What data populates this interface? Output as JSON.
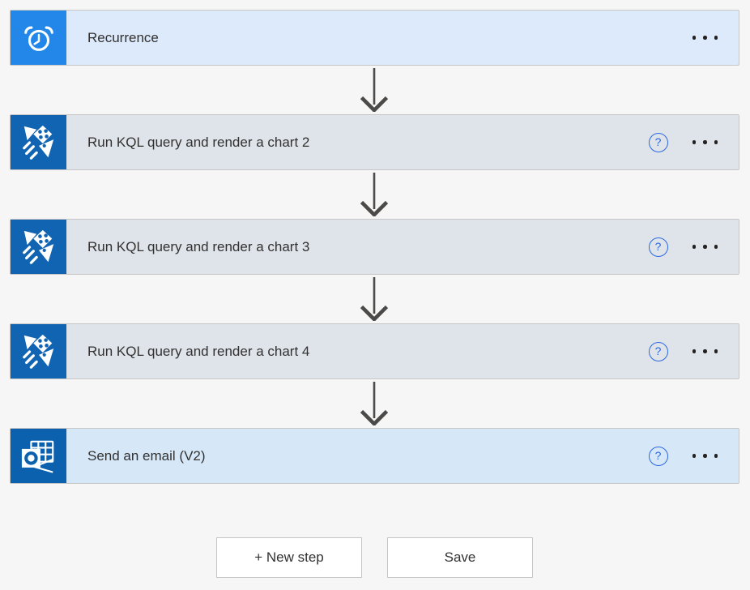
{
  "steps": [
    {
      "title": "Recurrence",
      "connector": "recurrence-trigger",
      "icon": "alarm-clock-icon",
      "icon_bg": "#2287e8",
      "card_bg": "#dceafc",
      "has_help": false
    },
    {
      "title": "Run KQL query and render a chart 2",
      "connector": "azure-data-explorer",
      "icon": "kusto-kite-icon",
      "icon_bg": "#1064b2",
      "card_bg": "#dfe3ea",
      "has_help": true
    },
    {
      "title": "Run KQL query and render a chart 3",
      "connector": "azure-data-explorer",
      "icon": "kusto-kite-icon",
      "icon_bg": "#1064b2",
      "card_bg": "#dfe3ea",
      "has_help": true
    },
    {
      "title": "Run KQL query and render a chart 4",
      "connector": "azure-data-explorer",
      "icon": "kusto-kite-icon",
      "icon_bg": "#1064b2",
      "card_bg": "#dfe3ea",
      "has_help": true
    },
    {
      "title": "Send an email (V2)",
      "connector": "office-365-outlook",
      "icon": "outlook-envelope-icon",
      "icon_bg": "#0b61ae",
      "card_bg": "#d6e7f8",
      "has_help": true
    }
  ],
  "help": {
    "glyph": "?",
    "color": "#2c69e0"
  },
  "more_menu": {
    "icon": "ellipsis-horizontal"
  },
  "footer": {
    "new_step": "+ New step",
    "save": "Save"
  },
  "colors": {
    "page_bg": "#f6f6f6",
    "card_border": "#c8c6c4",
    "title_text": "#323130",
    "arrow": "#4b4a49"
  }
}
